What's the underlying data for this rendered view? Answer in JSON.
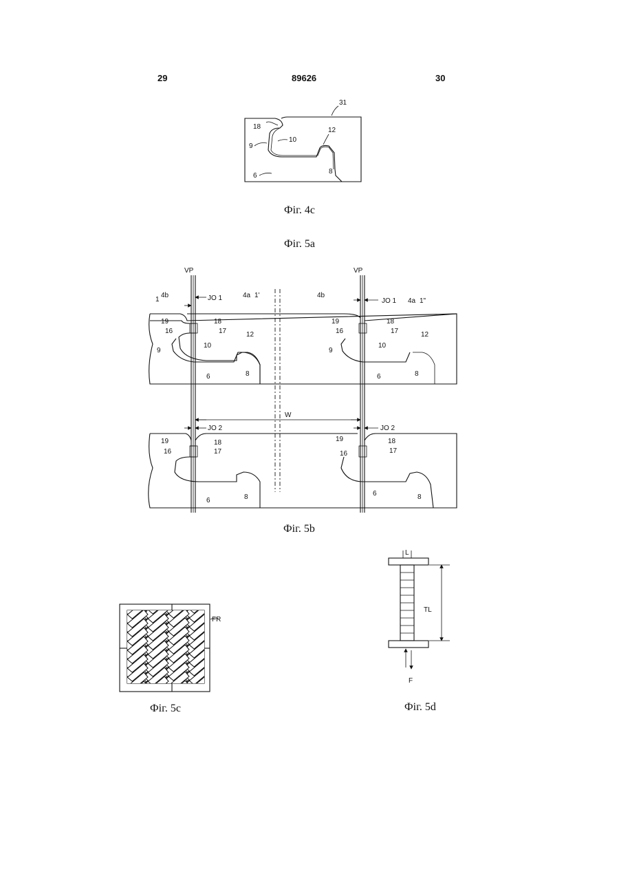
{
  "header": {
    "page_left": "29",
    "doc_number": "89626",
    "page_right": "30"
  },
  "captions": {
    "fig4c": "Фіг. 4с",
    "fig5a": "Фіг. 5а",
    "fig5b": "Фіг. 5b",
    "fig5c": "Фіг. 5с",
    "fig5d": "Фіг. 5d"
  },
  "fig4c_labels": {
    "l31": "31",
    "l18": "18",
    "l9": "9",
    "l10": "10",
    "l12": "12",
    "l8": "8",
    "l6": "6"
  },
  "fig5a_labels": {
    "vp": "VP",
    "jo1": "JO 1",
    "a4a": "4a",
    "a4b": "4b",
    "p1": "1",
    "p1p": "1'",
    "p1pp": "1\"",
    "l19": "19",
    "l18": "18",
    "l16": "16",
    "l17": "17",
    "l9": "9",
    "l10": "10",
    "l12": "12",
    "l8": "8",
    "l6": "6"
  },
  "fig5b_labels": {
    "w": "W",
    "jo2": "JO 2",
    "l19": "19",
    "l18": "18",
    "l16": "16",
    "l17": "17",
    "l8": "8",
    "l6": "6"
  },
  "fig5c_labels": {
    "fr": "FR"
  },
  "fig5d_labels": {
    "l": "L",
    "tl": "TL",
    "f": "F"
  }
}
